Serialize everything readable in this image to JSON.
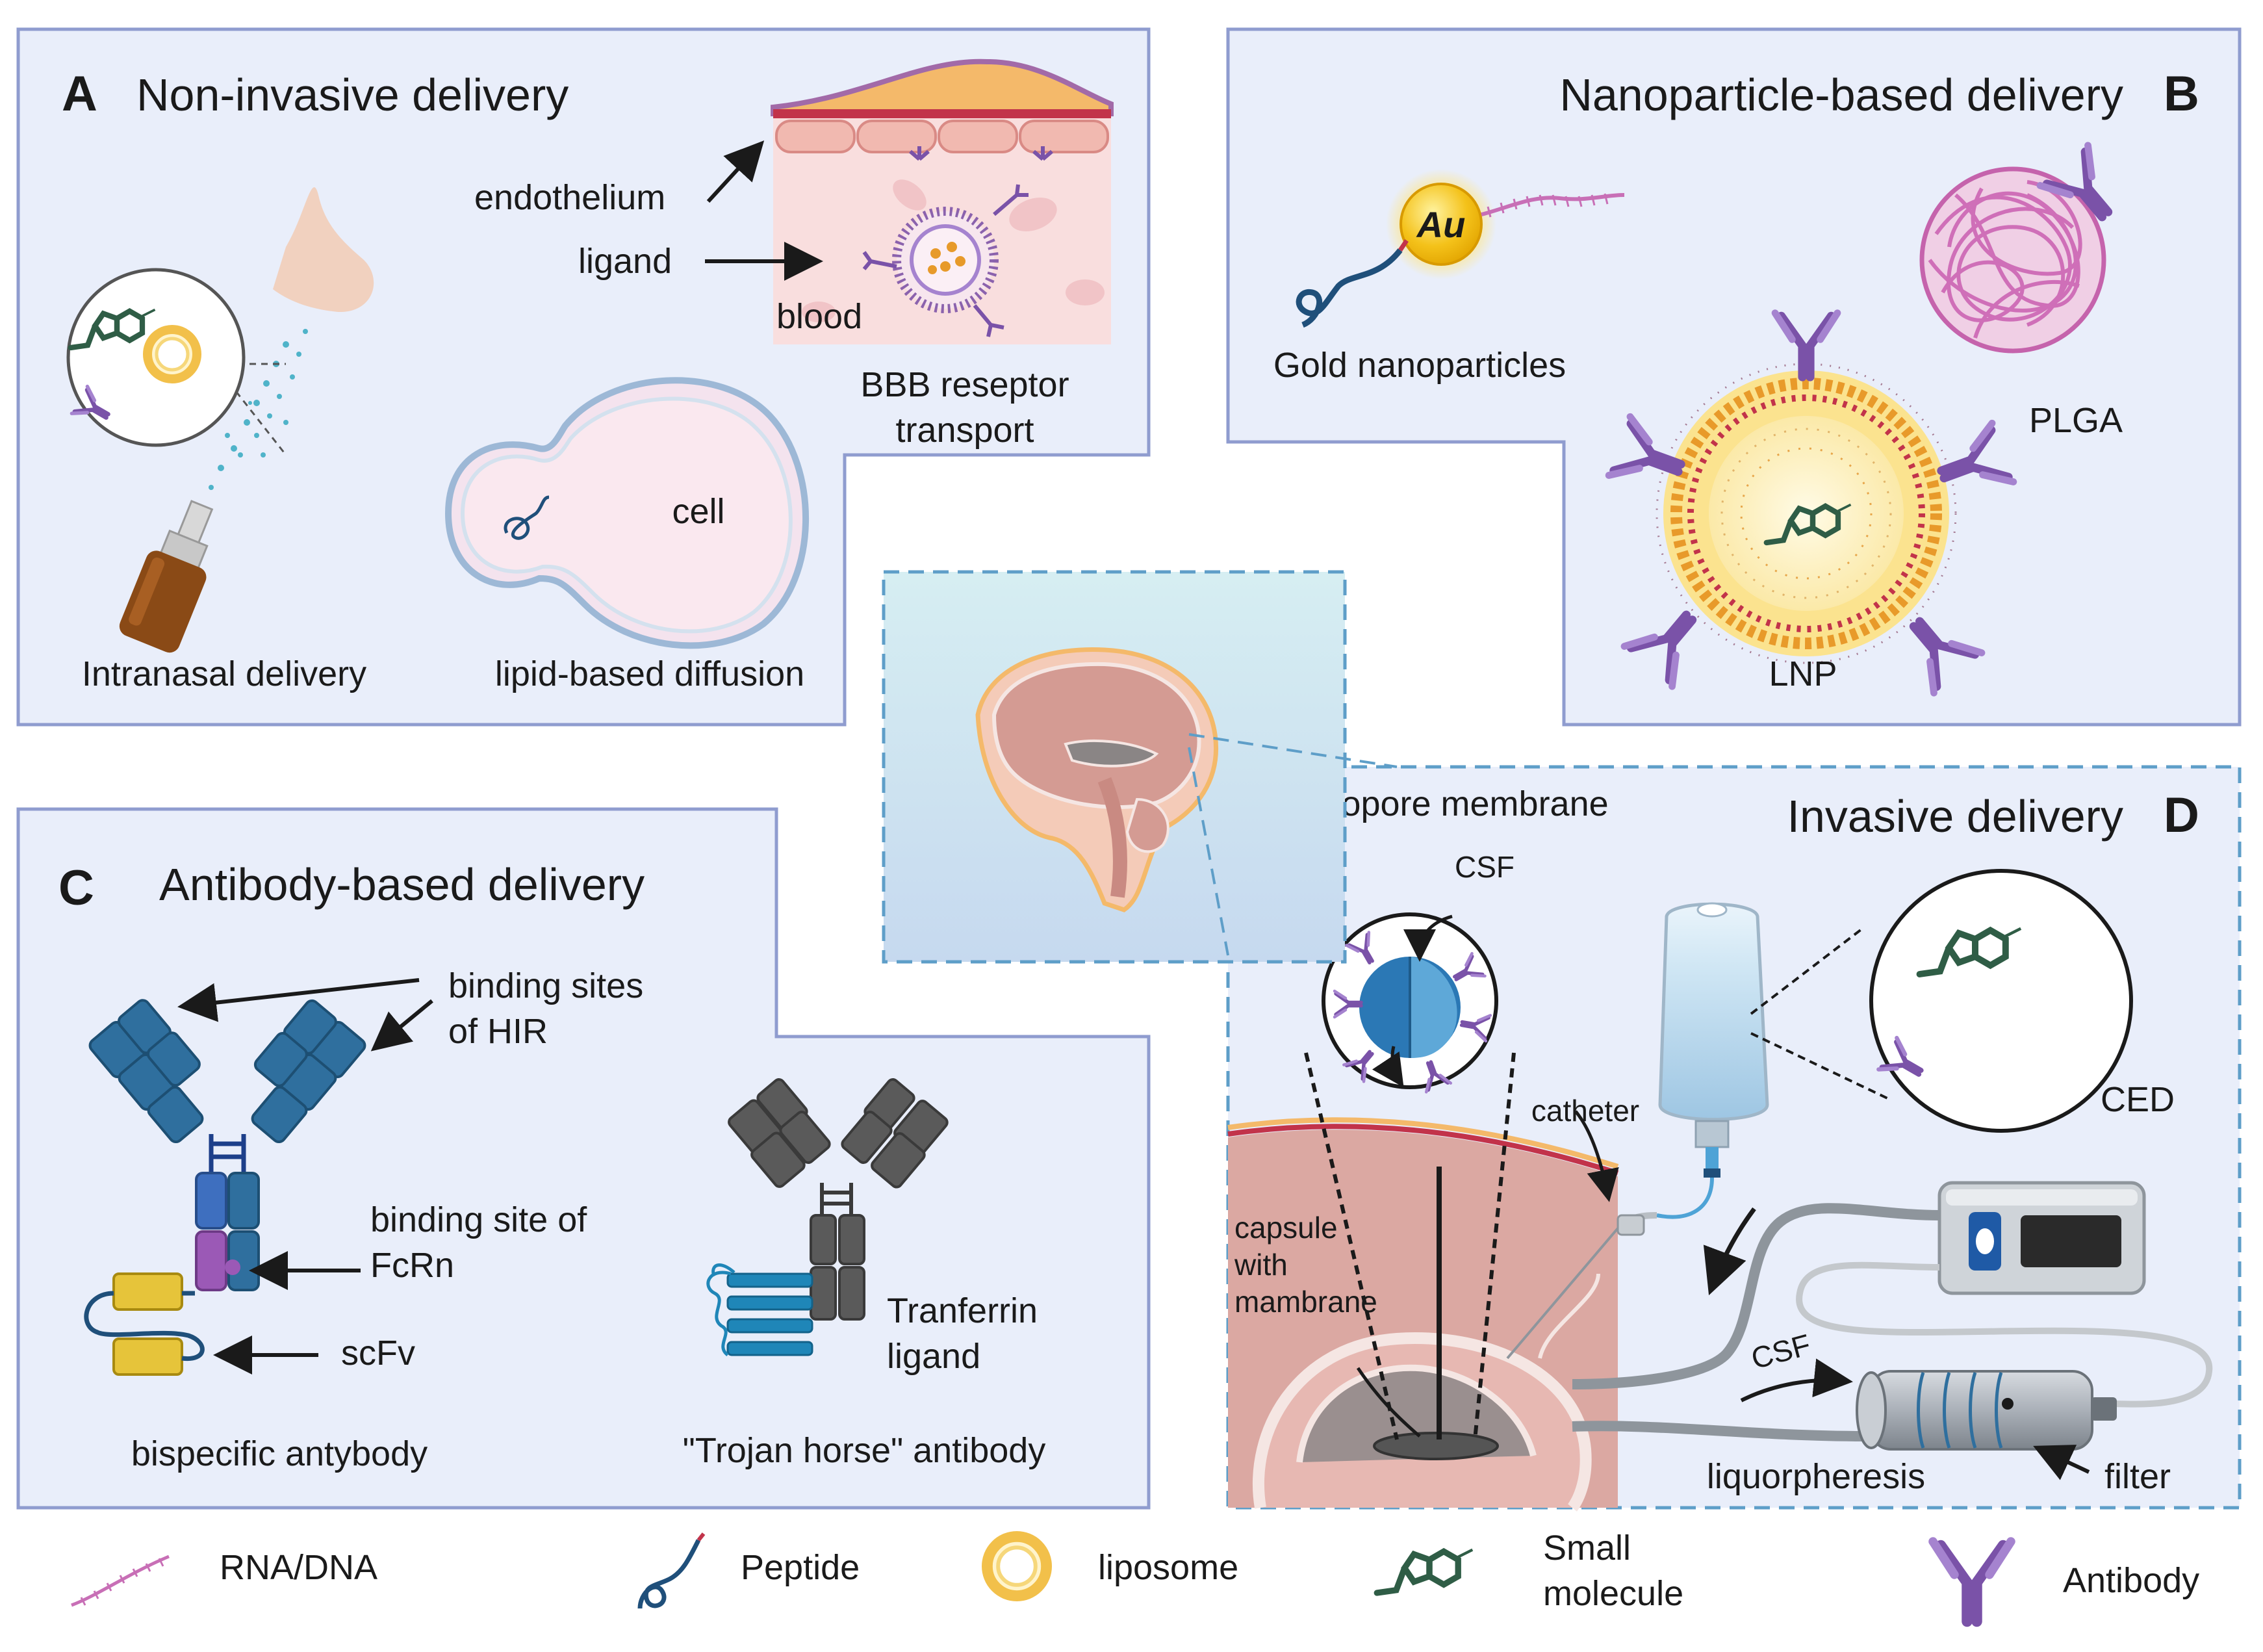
{
  "panels": {
    "a": {
      "letter": "A",
      "title": "Non-invasive delivery",
      "labels": {
        "endothelium": "endothelium",
        "ligand": "ligand",
        "blood": "blood",
        "bbb_line1": "BBB reseptor",
        "bbb_line2": "transport",
        "cell": "cell",
        "intranasal": "Intranasal delivery",
        "lipid_diffusion": "lipid-based diffusion"
      }
    },
    "b": {
      "letter": "B",
      "title": "Nanoparticle-based delivery",
      "labels": {
        "au": "Au",
        "gold": "Gold nanoparticles",
        "plga": "PLGA",
        "lnp": "LNP"
      }
    },
    "c": {
      "letter": "C",
      "title": "Antibody-based delivery",
      "labels": {
        "hir_line1": "binding sites",
        "hir_line2": "of HIR",
        "fcrn_line1": "binding site of",
        "fcrn_line2": "FcRn",
        "scfv": "scFv",
        "bispecific": "bispecific antybody",
        "trf_line1": "Tranferrin",
        "trf_line2": "ligand",
        "trojan": "\"Trojan horse\" antibody"
      }
    },
    "d": {
      "letter": "D",
      "title": "Invasive delivery",
      "labels": {
        "nanopore": "nanopore membrane",
        "csf_top": "CSF",
        "catheter": "catheter",
        "ced": "CED",
        "capsule_line1": "capsule",
        "capsule_line2": "with",
        "capsule_line3": "mambrane",
        "csf_pump": "CSF",
        "liquorpheresis": "liquorpheresis",
        "filter": "filter"
      }
    }
  },
  "legend": {
    "rna": "RNA/DNA",
    "peptide": "Peptide",
    "liposome": "liposome",
    "small_line1": "Small",
    "small_line2": "molecule",
    "antibody": "Antibody"
  },
  "colors": {
    "panel_fill": "#e9eefa",
    "panel_border": "#8f9ccf",
    "antibody": "#7a52a8",
    "hir_antibody": "#2f6f9e",
    "trojan_antibody": "#555555",
    "transferrin": "#1f86b8",
    "rna": "#c86fb6",
    "peptide": "#1f4f7a",
    "liposome": "#f2c04a",
    "small_molecule": "#2f5d46",
    "tissue": "#dba8a2"
  }
}
